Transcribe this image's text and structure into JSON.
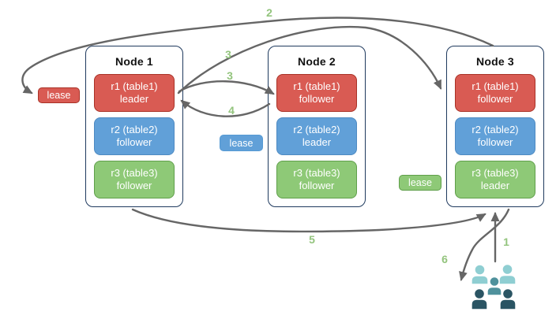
{
  "nodes": [
    {
      "title": "Node 1",
      "replicas": [
        {
          "name": "r1 (table1)",
          "role": "leader",
          "color": "red"
        },
        {
          "name": "r2 (table2)",
          "role": "follower",
          "color": "blue"
        },
        {
          "name": "r3 (table3)",
          "role": "follower",
          "color": "green"
        }
      ]
    },
    {
      "title": "Node 2",
      "replicas": [
        {
          "name": "r1 (table1)",
          "role": "follower",
          "color": "red"
        },
        {
          "name": "r2 (table2)",
          "role": "leader",
          "color": "blue"
        },
        {
          "name": "r3 (table3)",
          "role": "follower",
          "color": "green"
        }
      ]
    },
    {
      "title": "Node 3",
      "replicas": [
        {
          "name": "r1 (table1)",
          "role": "follower",
          "color": "red"
        },
        {
          "name": "r2 (table2)",
          "role": "follower",
          "color": "blue"
        },
        {
          "name": "r3 (table3)",
          "role": "leader",
          "color": "green"
        }
      ]
    }
  ],
  "leases": [
    {
      "label": "lease",
      "color": "red"
    },
    {
      "label": "lease",
      "color": "blue"
    },
    {
      "label": "lease",
      "color": "green"
    }
  ],
  "steps": [
    {
      "label": "2"
    },
    {
      "label": "3"
    },
    {
      "label": "3"
    },
    {
      "label": "4"
    },
    {
      "label": "5"
    },
    {
      "label": "6"
    },
    {
      "label": "1"
    }
  ],
  "icons": {
    "users_group": "group of five users"
  },
  "colors": {
    "replica_red": "#d95b53",
    "replica_red_border": "#a93227",
    "replica_blue": "#61a0d8",
    "replica_blue_border": "#4e8ac2",
    "replica_green": "#8ec977",
    "replica_green_border": "#5f9f4a",
    "node_border": "#1f3a5e",
    "arrow": "#666666",
    "step_label": "#93c47d",
    "users_light": "#8fced2",
    "users_mid": "#4f919c",
    "users_dark": "#2a5463"
  }
}
